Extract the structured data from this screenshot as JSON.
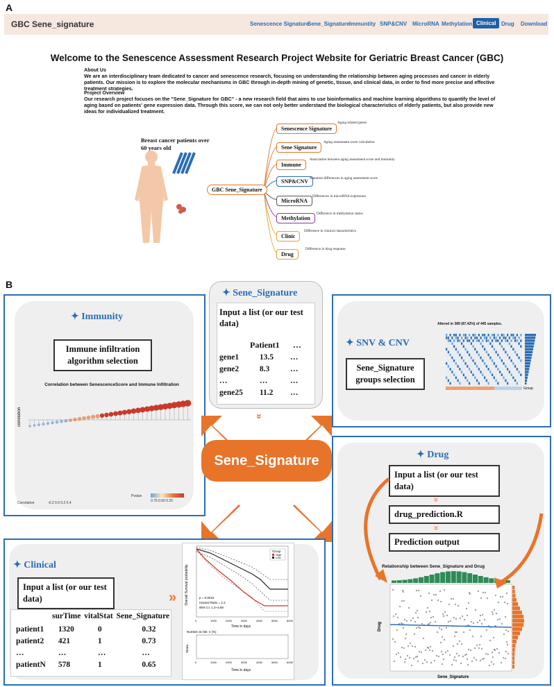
{
  "panel_a": "A",
  "panel_b": "B",
  "nav": {
    "brand": "GBC Sene_signature",
    "items": [
      "Senescence Signature",
      "Sene_Signature",
      "Immuntity",
      "SNP&CNV",
      "MicroRNA",
      "Methylation",
      "Clinical",
      "Drug",
      "Download"
    ],
    "active": "Clinical"
  },
  "welcome": "Welcome to the Senescence Assessment Research Project Website for Geriatric Breast Cancer (GBC)",
  "about_title": "About Us",
  "about_text": "We are an interdisciplinary team dedicated to cancer and senescence research, focusing on understanding the relationship between aging processes and cancer in elderly patients. Our mission is to explore the molecular mechanisms in GBC through in-depth mining of genetic, tissue, and clinical data, in order to find more precise and effective treatment strategies.",
  "overview_title": "Project Overview",
  "overview_text": "Our research project focuses on the \"Sene_Signature for GBC\" - a new research field that aims to use bioinformatics and machine learning algorithms to quantify the level of aging based on patients' gene expression data. Through this score, we can not only better understand the biological characteristics of elderly patients, but also provide new ideas for individualized treatment.",
  "mindmap": {
    "patients_label": "Breast cancer patients over 60 years old",
    "center": "GBC Sene_Signature",
    "nodes": [
      {
        "label": "Senescence Signature",
        "desc": "Aging-related genes",
        "color": "#e8742a"
      },
      {
        "label": "Sene Signature",
        "desc": "Aging assessment score calculation",
        "color": "#e8742a"
      },
      {
        "label": "Immune",
        "desc": "Association between aging assessment score and immunity",
        "color": "#e8742a"
      },
      {
        "label": "SNP&CNV",
        "desc": "Mutation differences in aging assessment score",
        "color": "#2a6db5"
      },
      {
        "label": "MicroRNA",
        "desc": "Differences in microRNA expression",
        "color": "#555555"
      },
      {
        "label": "Methylation",
        "desc": "Difference in methylation status",
        "color": "#8a3aa0"
      },
      {
        "label": "Clinic",
        "desc": "Difference in clinical characteristics",
        "color": "#e8a02a"
      },
      {
        "label": "Drug",
        "desc": "Difference in drug response",
        "color": "#e8a02a"
      }
    ]
  },
  "immunity": {
    "title": "Immunity",
    "box": "Immune infiltration algorithm selection",
    "chart_title": "Correlation between SenescenceScore and Immune Infiltration",
    "ylabel": "correlation",
    "legend_corr": "Correlation",
    "legend_corr_vals": "-0.2   0.0   0.2   0.4",
    "legend_p": "Pvalue",
    "legend_p_vals": "0.75 0.50 0.25"
  },
  "sene": {
    "title": "Sene_Signature",
    "input": "Input a list (or our test data)",
    "col": "Patient1",
    "rows": [
      [
        "gene1",
        "13.5",
        "…"
      ],
      [
        "gene2",
        "8.3",
        "…"
      ],
      [
        "…",
        "…",
        "…"
      ],
      [
        "gene25",
        "11.2",
        "…"
      ]
    ]
  },
  "snv": {
    "title": "SNV & CNV",
    "box": "Sene_Signature groups selection",
    "chart_title": "Altered in 389 (87.42%) of 445 samples.",
    "group_label": "Group"
  },
  "center": "Sene_Signature",
  "drug": {
    "title": "Drug",
    "input": "Input a list (or our test data)",
    "script": "drug_prediction.R",
    "output": "Prediction output",
    "chart_title": "Relationship between Sene_Signature and Drug",
    "xlabel": "Sene_Signature",
    "ylabel": "Drug"
  },
  "clinical": {
    "title": "Clinical",
    "input": "Input a list (or our test data)",
    "headers": [
      "surTime",
      "vitalStat",
      "Sene_Signature"
    ],
    "rows": [
      [
        "patient1",
        "1320",
        "0",
        "0.32"
      ],
      [
        "patient2",
        "421",
        "1",
        "0.73"
      ],
      [
        "…",
        "…",
        "…",
        "…"
      ],
      [
        "patientN",
        "578",
        "1",
        "0.65"
      ]
    ],
    "km": {
      "ylabel": "Overall Survival probability",
      "xlabel": "Time in days",
      "group": "Group",
      "high": "High",
      "low": "Low",
      "p": "p = 0.0015",
      "hr": "Hazard Ratio = 2.2",
      "ci": "95% CI: 1.3~3.69",
      "risk": "Number at risk: n (%)",
      "strata": "Strata",
      "xticks": [
        "0",
        "1000",
        "2000",
        "3000",
        "4000",
        "5000",
        "6000"
      ]
    }
  }
}
